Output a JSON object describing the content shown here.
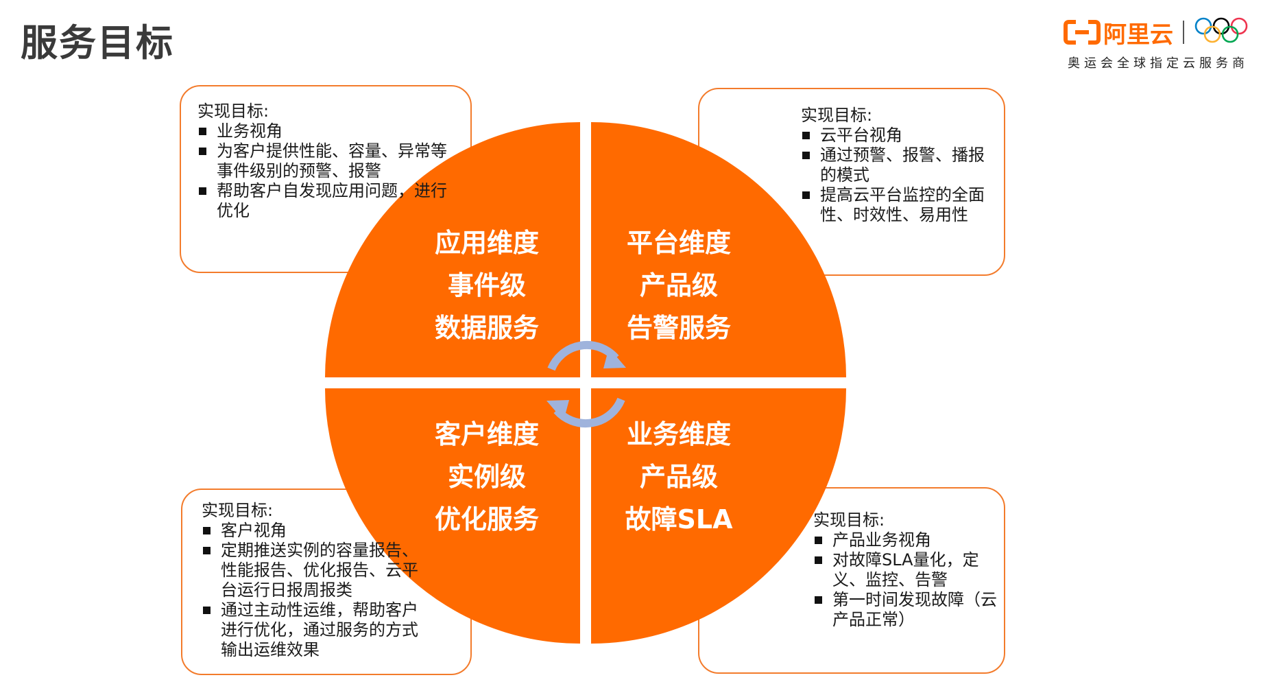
{
  "page": {
    "title": "服务目标"
  },
  "brand": {
    "name": "阿里云",
    "tagline": "奥运会全球指定云服务商",
    "colors": {
      "accent": "#ff6a00",
      "olympic": [
        "#0081c8",
        "#fcb131",
        "#000000",
        "#00a651",
        "#ee334e"
      ]
    }
  },
  "quadrants": {
    "top_left": {
      "lines": [
        "应用维度",
        "事件级",
        "数据服务"
      ]
    },
    "top_right": {
      "lines": [
        "平台维度",
        "产品级",
        "告警服务"
      ]
    },
    "bottom_left": {
      "lines": [
        "客户维度",
        "实例级",
        "优化服务"
      ]
    },
    "bottom_right": {
      "lines": [
        "业务维度",
        "产品级",
        "故障SLA"
      ]
    }
  },
  "notes": {
    "top_left": {
      "heading": "实现目标:",
      "items": [
        "业务视角",
        "为客户提供性能、容量、异常等事件级别的预警、报警",
        "帮助客户自发现应用问题，进行优化"
      ]
    },
    "top_right": {
      "heading": "实现目标:",
      "items": [
        "云平台视角",
        "通过预警、报警、播报的模式",
        "提高云平台监控的全面性、时效性、易用性"
      ]
    },
    "bottom_left": {
      "heading": "实现目标:",
      "items": [
        "客户视角",
        "定期推送实例的容量报告、性能报告、优化报告、云平台运行日报周报类",
        "通过主动性运维，帮助客户进行优化，通过服务的方式输出运维效果"
      ]
    },
    "bottom_right": {
      "heading": "实现目标:",
      "items": [
        "产品业务视角",
        "对故障SLA量化，定义、监控、告警",
        "第一时间发现故障（云产品正常）"
      ]
    }
  },
  "colors": {
    "quadrant_fill": "#ff6a00",
    "box_border": "#f37b2b",
    "cycle_arrow": "#9fb3dc"
  },
  "icons": [
    "aliyun-logo-icon",
    "olympic-rings-icon",
    "cycle-arrow-icon",
    "bullet-square-icon"
  ]
}
